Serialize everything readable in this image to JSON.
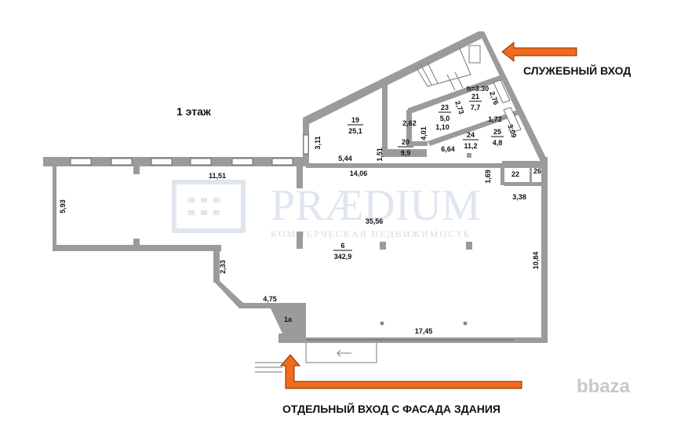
{
  "floor_label": "1 этаж",
  "service_entrance": "СЛУЖЕБНЫЙ ВХОД",
  "facade_entrance": "ОТДЕЛЬНЫЙ ВХОД С ФАСАДА ЗДАНИЯ",
  "watermark": {
    "brand": "PRÆDIUM",
    "tagline": "КОММЕРЧЕСКАЯ НЕДВИЖИМОСТЬ",
    "site": "bbaza"
  },
  "colors": {
    "arrow": "#f26a1b",
    "walls": "#9b9b9b"
  },
  "rooms": [
    {
      "num": "19",
      "area": "25,1"
    },
    {
      "num": "20",
      "area": "9,9"
    },
    {
      "num": "21",
      "area": "7,7"
    },
    {
      "num": "23",
      "area": "5,0"
    },
    {
      "num": "24",
      "area": "11,2"
    },
    {
      "num": "25",
      "area": "4,8"
    },
    {
      "num": "6",
      "area": "342,9"
    },
    {
      "num": "22"
    },
    {
      "num": "26"
    },
    {
      "num": "1а"
    }
  ],
  "dims": [
    "h=3.30",
    "2,76",
    "2,73",
    "2,62",
    "1,10",
    "1,72",
    "3,09",
    "4,01",
    "3,11",
    "5,44",
    "1,51",
    "6,64",
    "14,06",
    "11,51",
    "1,69",
    "3,38",
    "5,93",
    "35,56",
    "10,84",
    "2,33",
    "4,75",
    "17,45"
  ]
}
